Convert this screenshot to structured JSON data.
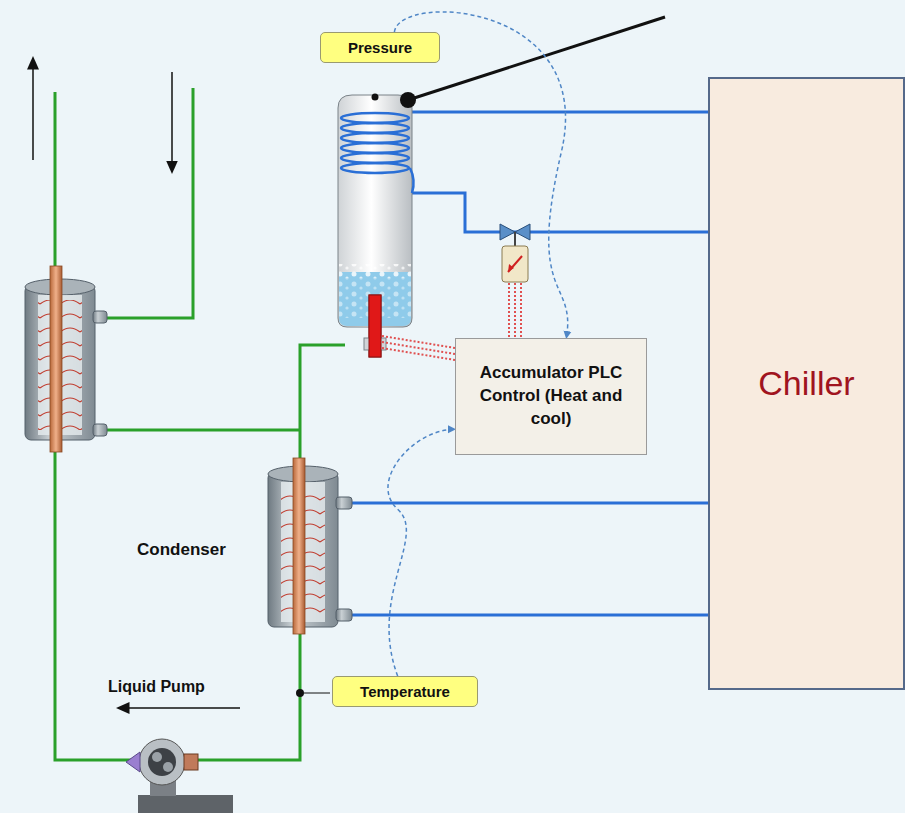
{
  "diagram": {
    "nodes": [
      {
        "text": [
          "Pressure"
        ]
      },
      {
        "text": [
          "Accumulator PLC Control (Heat and cool)"
        ]
      },
      {
        "text": [
          "Chiller"
        ]
      },
      {
        "text": [
          "Temperature"
        ]
      }
    ],
    "edges": [
      {
        "from": 0,
        "to": 1,
        "arrow": "to"
      },
      {
        "from": 3,
        "to": 1,
        "arrow": "to"
      }
    ],
    "labels": [
      "Condenser",
      "Liquid Pump"
    ]
  }
}
